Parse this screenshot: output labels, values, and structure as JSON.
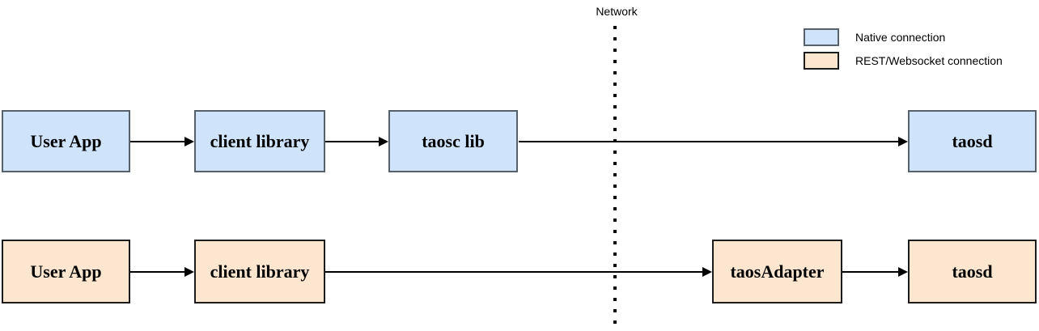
{
  "network_label": "Network",
  "legend": {
    "items": [
      {
        "id": "native",
        "label": "Native connection",
        "fill": "#cfe4fb",
        "border": "#56616b"
      },
      {
        "id": "rest",
        "label": "REST/Websocket connection",
        "fill": "#fce6cf",
        "border": "#1c1c1c"
      }
    ]
  },
  "native_row": {
    "nodes": [
      {
        "label": "User App"
      },
      {
        "label": "client library"
      },
      {
        "label": "taosc lib"
      },
      {
        "label": "taosd"
      }
    ]
  },
  "rest_row": {
    "nodes": [
      {
        "label": "User App"
      },
      {
        "label": "client library"
      },
      {
        "label": "taosAdapter"
      },
      {
        "label": "taosd"
      }
    ]
  },
  "colors": {
    "native_fill": "#cfe4fb",
    "native_border": "#56616b",
    "rest_fill": "#fce6cf",
    "rest_border": "#1c1c1c",
    "arrow": "#000000",
    "background": "#ffffff"
  }
}
